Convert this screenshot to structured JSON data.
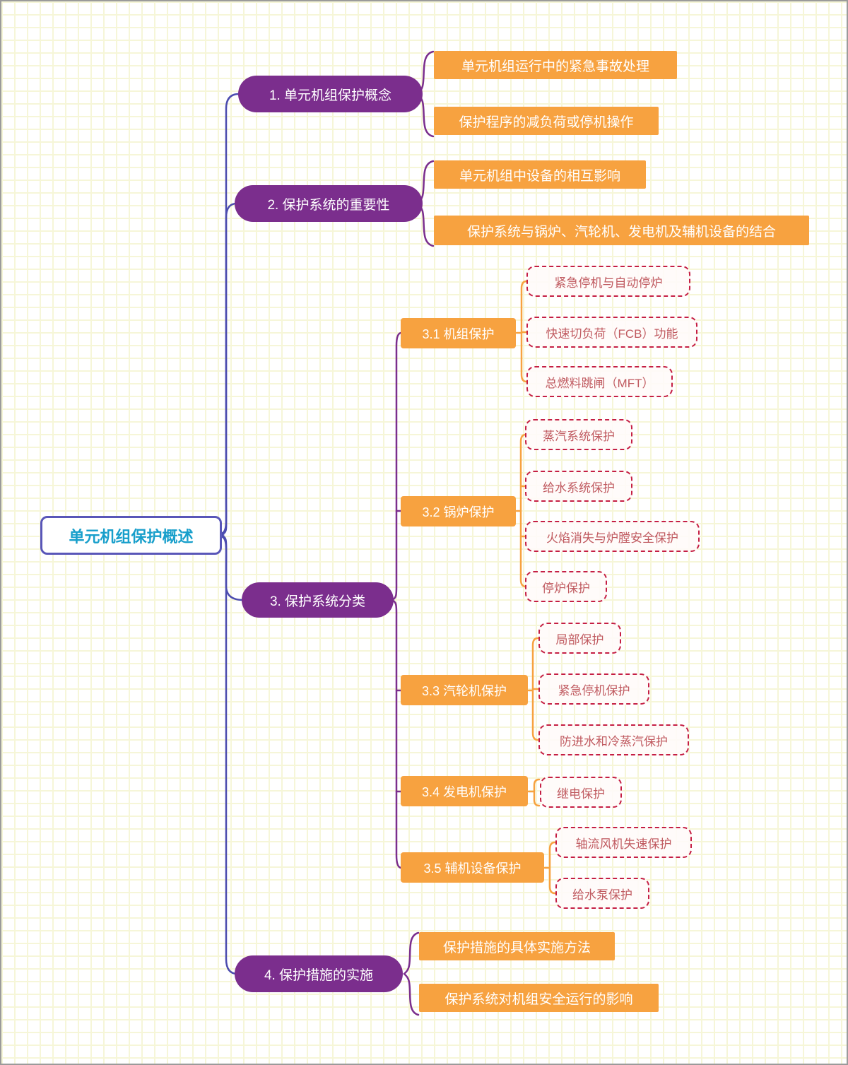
{
  "root": {
    "label": "单元机组保护概述"
  },
  "branches": [
    {
      "label": "1. 单元机组保护概念",
      "children": [
        "单元机组运行中的紧急事故处理",
        "保护程序的减负荷或停机操作"
      ]
    },
    {
      "label": "2. 保护系统的重要性",
      "children": [
        "单元机组中设备的相互影响",
        "保护系统与锅炉、汽轮机、发电机及辅机设备的结合"
      ]
    },
    {
      "label": "3. 保护系统分类",
      "subbranches": [
        {
          "label": "3.1 机组保护",
          "children": [
            "紧急停机与自动停炉",
            "快速切负荷（FCB）功能",
            "总燃料跳闸（MFT）"
          ]
        },
        {
          "label": "3.2 锅炉保护",
          "children": [
            "蒸汽系统保护",
            "给水系统保护",
            "火焰消失与炉膛安全保护",
            "停炉保护"
          ]
        },
        {
          "label": "3.3 汽轮机保护",
          "children": [
            "局部保护",
            "紧急停机保护",
            "防进水和冷蒸汽保护"
          ]
        },
        {
          "label": "3.4 发电机保护",
          "children": [
            "继电保护"
          ]
        },
        {
          "label": "3.5 辅机设备保护",
          "children": [
            "轴流风机失速保护",
            "给水泵保护"
          ]
        }
      ]
    },
    {
      "label": "4. 保护措施的实施",
      "children": [
        "保护措施的具体实施方法",
        "保护系统对机组安全运行的影响"
      ]
    }
  ],
  "colors": {
    "branch_purple": "#7b2e8d",
    "node_orange": "#f7a240",
    "leaf_border_red": "#c51f44",
    "leaf_text_red": "#c05a60",
    "trunk_indigo": "#4c4caf",
    "root_border_indigo": "#5956b8",
    "root_text_teal": "#189fcb",
    "grid_line": "#f6f6d8"
  }
}
